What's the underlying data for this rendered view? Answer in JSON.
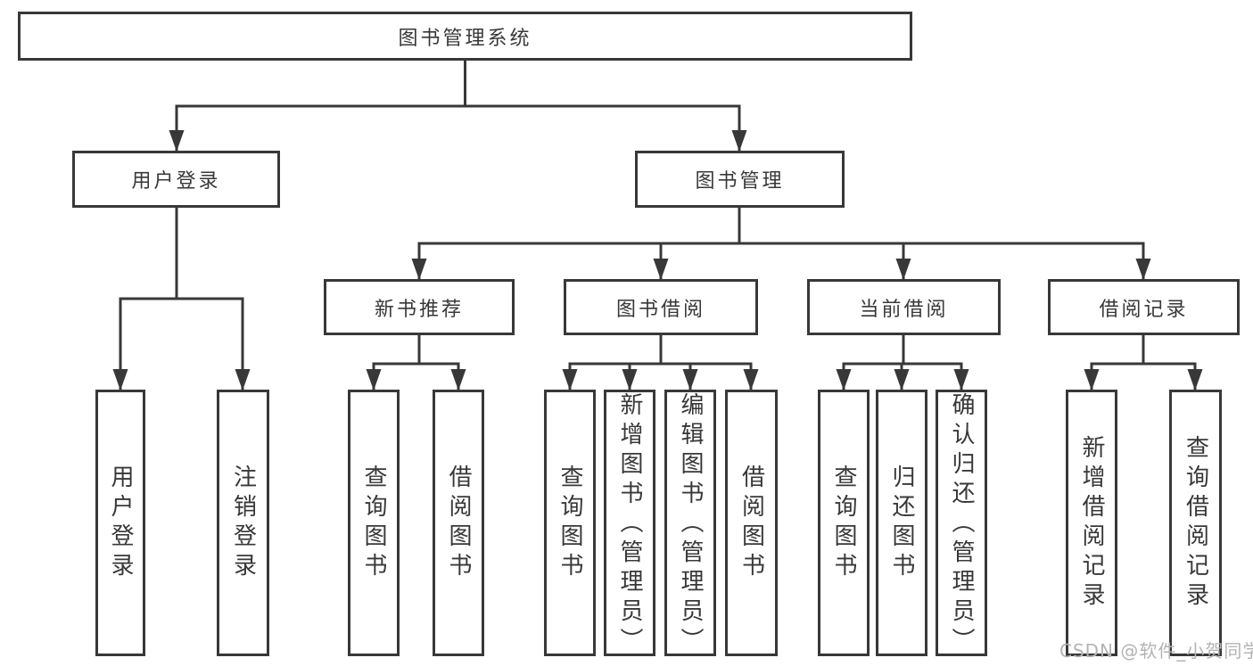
{
  "colors": {
    "line": "#383838",
    "text": "#383838",
    "box_background": "#ffffff",
    "page_background": "#ffffff",
    "watermark": "#b3b3b3"
  },
  "watermark": "CSDN @软件_小贺同学",
  "tree": {
    "root": "图书管理系统",
    "children": [
      {
        "label": "用户登录",
        "children": [
          "用户登录",
          "注销登录"
        ]
      },
      {
        "label": "图书管理",
        "children": [
          {
            "label": "新书推荐",
            "children": [
              "查询图书",
              "借阅图书"
            ]
          },
          {
            "label": "图书借阅",
            "children": [
              "查询图书",
              "新增图书（管理员）",
              "编辑图书（管理员）",
              "借阅图书"
            ]
          },
          {
            "label": "当前借阅",
            "children": [
              "查询图书",
              "归还图书",
              "确认归还（管理员）"
            ]
          },
          {
            "label": "借阅记录",
            "children": [
              "新增借阅记录",
              "查询借阅记录"
            ]
          }
        ]
      }
    ]
  }
}
